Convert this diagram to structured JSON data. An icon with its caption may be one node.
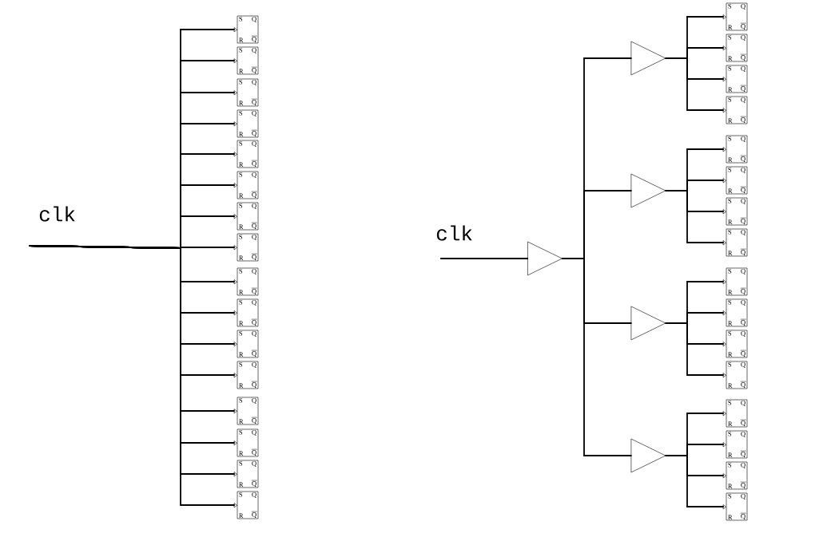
{
  "diagram": {
    "nodes": [
      {
        "text": [
          "S",
          "Q",
          "R",
          "Q"
        ]
      },
      {
        "text": [
          "S",
          "Q",
          "R",
          "Q"
        ]
      },
      {
        "text": [
          "S",
          "Q",
          "R",
          "Q"
        ]
      },
      {
        "text": [
          "S",
          "Q",
          "R",
          "Q"
        ]
      },
      {
        "text": [
          "S",
          "Q",
          "R",
          "Q"
        ]
      },
      {
        "text": [
          "S",
          "Q",
          "R",
          "Q"
        ]
      },
      {
        "text": [
          "S",
          "Q",
          "R",
          "Q"
        ]
      },
      {
        "text": [
          "S",
          "Q",
          "R",
          "Q"
        ]
      },
      {
        "text": [
          "S",
          "Q",
          "R",
          "Q"
        ]
      },
      {
        "text": [
          "S",
          "Q",
          "R",
          "Q"
        ]
      },
      {
        "text": [
          "S",
          "Q",
          "R",
          "Q"
        ]
      },
      {
        "text": [
          "S",
          "Q",
          "R",
          "Q"
        ]
      },
      {
        "text": [
          "S",
          "Q",
          "R",
          "Q"
        ]
      },
      {
        "text": [
          "S",
          "Q",
          "R",
          "Q"
        ]
      },
      {
        "text": [
          "S",
          "Q",
          "R",
          "Q"
        ]
      },
      {
        "text": [
          "S",
          "Q",
          "R",
          "Q"
        ]
      },
      {
        "text": [],
        "shape": "triangle"
      },
      {
        "text": [],
        "shape": "triangle"
      },
      {
        "text": [],
        "shape": "triangle"
      },
      {
        "text": [],
        "shape": "triangle"
      },
      {
        "text": [],
        "shape": "triangle"
      },
      {
        "text": [
          "S",
          "Q",
          "R",
          "Q"
        ]
      },
      {
        "text": [
          "S",
          "Q",
          "R",
          "Q"
        ]
      },
      {
        "text": [
          "S",
          "Q",
          "R",
          "Q"
        ]
      },
      {
        "text": [
          "S",
          "Q",
          "R",
          "Q"
        ]
      },
      {
        "text": [
          "S",
          "Q",
          "R",
          "Q"
        ]
      },
      {
        "text": [
          "S",
          "Q",
          "R",
          "Q"
        ]
      },
      {
        "text": [
          "S",
          "Q",
          "R",
          "Q"
        ]
      },
      {
        "text": [
          "S",
          "Q",
          "R",
          "Q"
        ]
      },
      {
        "text": [
          "S",
          "Q",
          "R",
          "Q"
        ]
      },
      {
        "text": [
          "S",
          "Q",
          "R",
          "Q"
        ]
      },
      {
        "text": [
          "S",
          "Q",
          "R",
          "Q"
        ]
      },
      {
        "text": [
          "S",
          "Q",
          "R",
          "Q"
        ]
      },
      {
        "text": [
          "S",
          "Q",
          "R",
          "Q"
        ]
      },
      {
        "text": [
          "S",
          "Q",
          "R",
          "Q"
        ]
      },
      {
        "text": [
          "S",
          "Q",
          "R",
          "Q"
        ]
      },
      {
        "text": [
          "S",
          "Q",
          "R",
          "Q"
        ]
      }
    ],
    "edges": [
      {
        "from": null,
        "to": 0,
        "arrow": "to"
      },
      {
        "from": null,
        "to": 1,
        "arrow": "to"
      },
      {
        "from": null,
        "to": 2,
        "arrow": "to"
      },
      {
        "from": null,
        "to": 3,
        "arrow": "to"
      },
      {
        "from": null,
        "to": 4,
        "arrow": "to"
      },
      {
        "from": null,
        "to": 5,
        "arrow": "to"
      },
      {
        "from": null,
        "to": 6,
        "arrow": "to"
      },
      {
        "from": null,
        "to": 7,
        "arrow": "to"
      },
      {
        "from": null,
        "to": 8,
        "arrow": "to"
      },
      {
        "from": null,
        "to": 9,
        "arrow": "to"
      },
      {
        "from": null,
        "to": 10,
        "arrow": "to"
      },
      {
        "from": null,
        "to": 11,
        "arrow": "to"
      },
      {
        "from": null,
        "to": 12,
        "arrow": "to"
      },
      {
        "from": null,
        "to": 13,
        "arrow": "to"
      },
      {
        "from": null,
        "to": 14,
        "arrow": "to"
      },
      {
        "from": null,
        "to": 15,
        "arrow": "to"
      },
      {
        "from": null,
        "to": 16,
        "arrow": "none"
      },
      {
        "from": 16,
        "to": 17,
        "arrow": "none"
      },
      {
        "from": 16,
        "to": 18,
        "arrow": "none"
      },
      {
        "from": 16,
        "to": 19,
        "arrow": "none"
      },
      {
        "from": 16,
        "to": 20,
        "arrow": "none"
      },
      {
        "from": 17,
        "to": 21,
        "arrow": "to"
      },
      {
        "from": 17,
        "to": 22,
        "arrow": "to"
      },
      {
        "from": 17,
        "to": 23,
        "arrow": "to"
      },
      {
        "from": 17,
        "to": 24,
        "arrow": "to"
      },
      {
        "from": 18,
        "to": 25,
        "arrow": "to"
      },
      {
        "from": 18,
        "to": 26,
        "arrow": "to"
      },
      {
        "from": 18,
        "to": 27,
        "arrow": "to"
      },
      {
        "from": 18,
        "to": 28,
        "arrow": "to"
      },
      {
        "from": 19,
        "to": 29,
        "arrow": "to"
      },
      {
        "from": 19,
        "to": 30,
        "arrow": "to"
      },
      {
        "from": 19,
        "to": 31,
        "arrow": "to"
      },
      {
        "from": 19,
        "to": 32,
        "arrow": "to"
      },
      {
        "from": 20,
        "to": 33,
        "arrow": "to"
      },
      {
        "from": 20,
        "to": 34,
        "arrow": "to"
      },
      {
        "from": 20,
        "to": 35,
        "arrow": "to"
      },
      {
        "from": 20,
        "to": 36,
        "arrow": "to"
      }
    ],
    "labels": [
      "clk",
      "clk"
    ]
  }
}
